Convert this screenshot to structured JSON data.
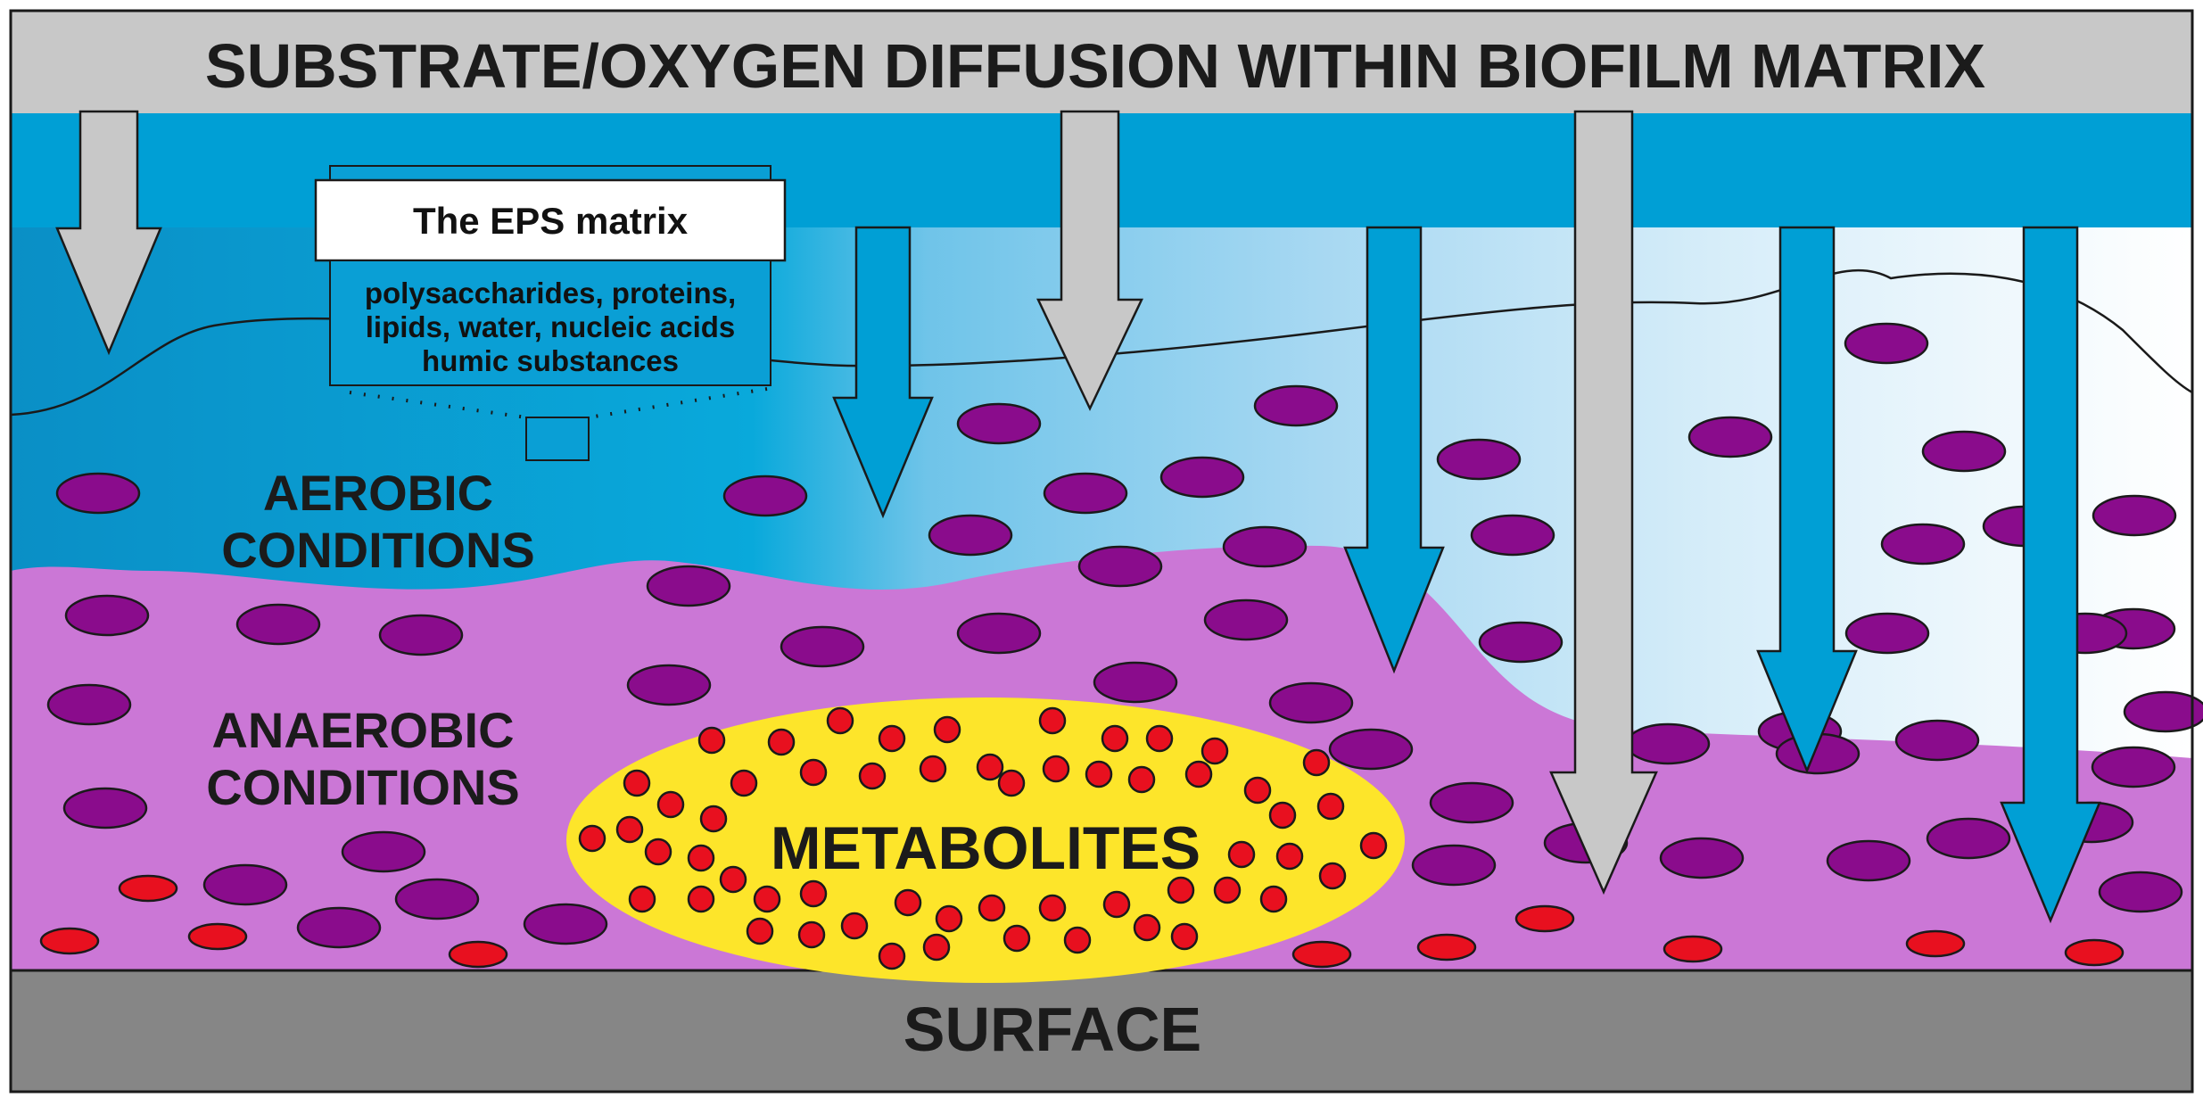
{
  "title": "SUBSTRATE/OXYGEN DIFFUSION WITHIN BIOFILM MATRIX",
  "eps_box": {
    "heading": "The EPS matrix",
    "line1": "polysaccharides, proteins,",
    "line2": "lipids,  water, nucleic acids",
    "line3": "humic substances"
  },
  "zones": {
    "aerobic_line1": "AEROBIC",
    "aerobic_line2": "CONDITIONS",
    "anaerobic_line1": "ANAEROBIC",
    "anaerobic_line2": "CONDITIONS"
  },
  "metabolites_label": "METABOLITES",
  "surface_label": "SURFACE",
  "colors": {
    "header_gray": "#c8c8c8",
    "surface_gray": "#878787",
    "deep_blue": "#00a0d4",
    "light_blue": "#bfe3f5",
    "biofilm_purple": "#cc77d4",
    "cell_purple": "#8a0c8c",
    "metabolite_red": "#e8101f",
    "cluster_yellow": "#fde52a",
    "outline": "#1a1a1a"
  },
  "icons": {
    "gray_arrow": "substrate-arrow-icon",
    "blue_arrow": "oxygen-arrow-icon",
    "cell": "bacterial-cell-icon",
    "metabolite": "metabolite-droplet-icon"
  }
}
